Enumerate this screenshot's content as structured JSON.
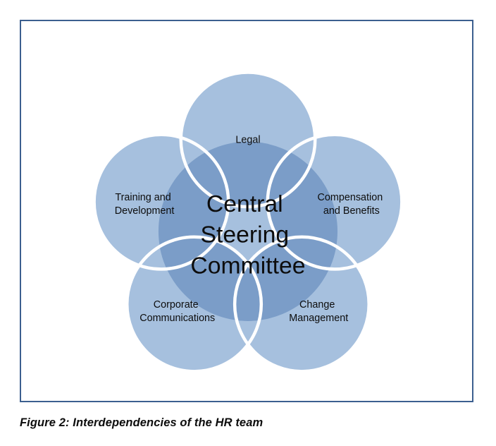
{
  "figure": {
    "caption": "Figure 2: Interdependencies of the HR team",
    "frame_border_color": "#3c5f8f",
    "background_color": "#ffffff"
  },
  "diagram": {
    "type": "venn-petal-hub",
    "center": {
      "label_lines": [
        "Central",
        "Steering",
        "Committee"
      ],
      "full_label": "Central Steering Committee",
      "fill_color": "#a6c0de"
    },
    "overlap_fill_color": "#7b9dc8",
    "petal_stroke_color": "#ffffff",
    "petals": [
      {
        "id": "legal",
        "position": "top",
        "label_lines": [
          "Legal"
        ],
        "full_label": "Legal",
        "fill_color": "#a6c0de"
      },
      {
        "id": "compensation-and-benefits",
        "position": "right",
        "label_lines": [
          "Compensation",
          "and Benefits"
        ],
        "full_label": "Compensation and Benefits",
        "fill_color": "#a6c0de"
      },
      {
        "id": "change-management",
        "position": "bottom-right",
        "label_lines": [
          "Change",
          "Management"
        ],
        "full_label": "Change Management",
        "fill_color": "#a6c0de"
      },
      {
        "id": "corporate-communications",
        "position": "bottom-left",
        "label_lines": [
          "Corporate",
          "Communications"
        ],
        "full_label": "Corporate Communications",
        "fill_color": "#a6c0de"
      },
      {
        "id": "training-and-development",
        "position": "left",
        "label_lines": [
          "Training and",
          "Development"
        ],
        "full_label": "Training and Development",
        "fill_color": "#a6c0de"
      }
    ]
  }
}
